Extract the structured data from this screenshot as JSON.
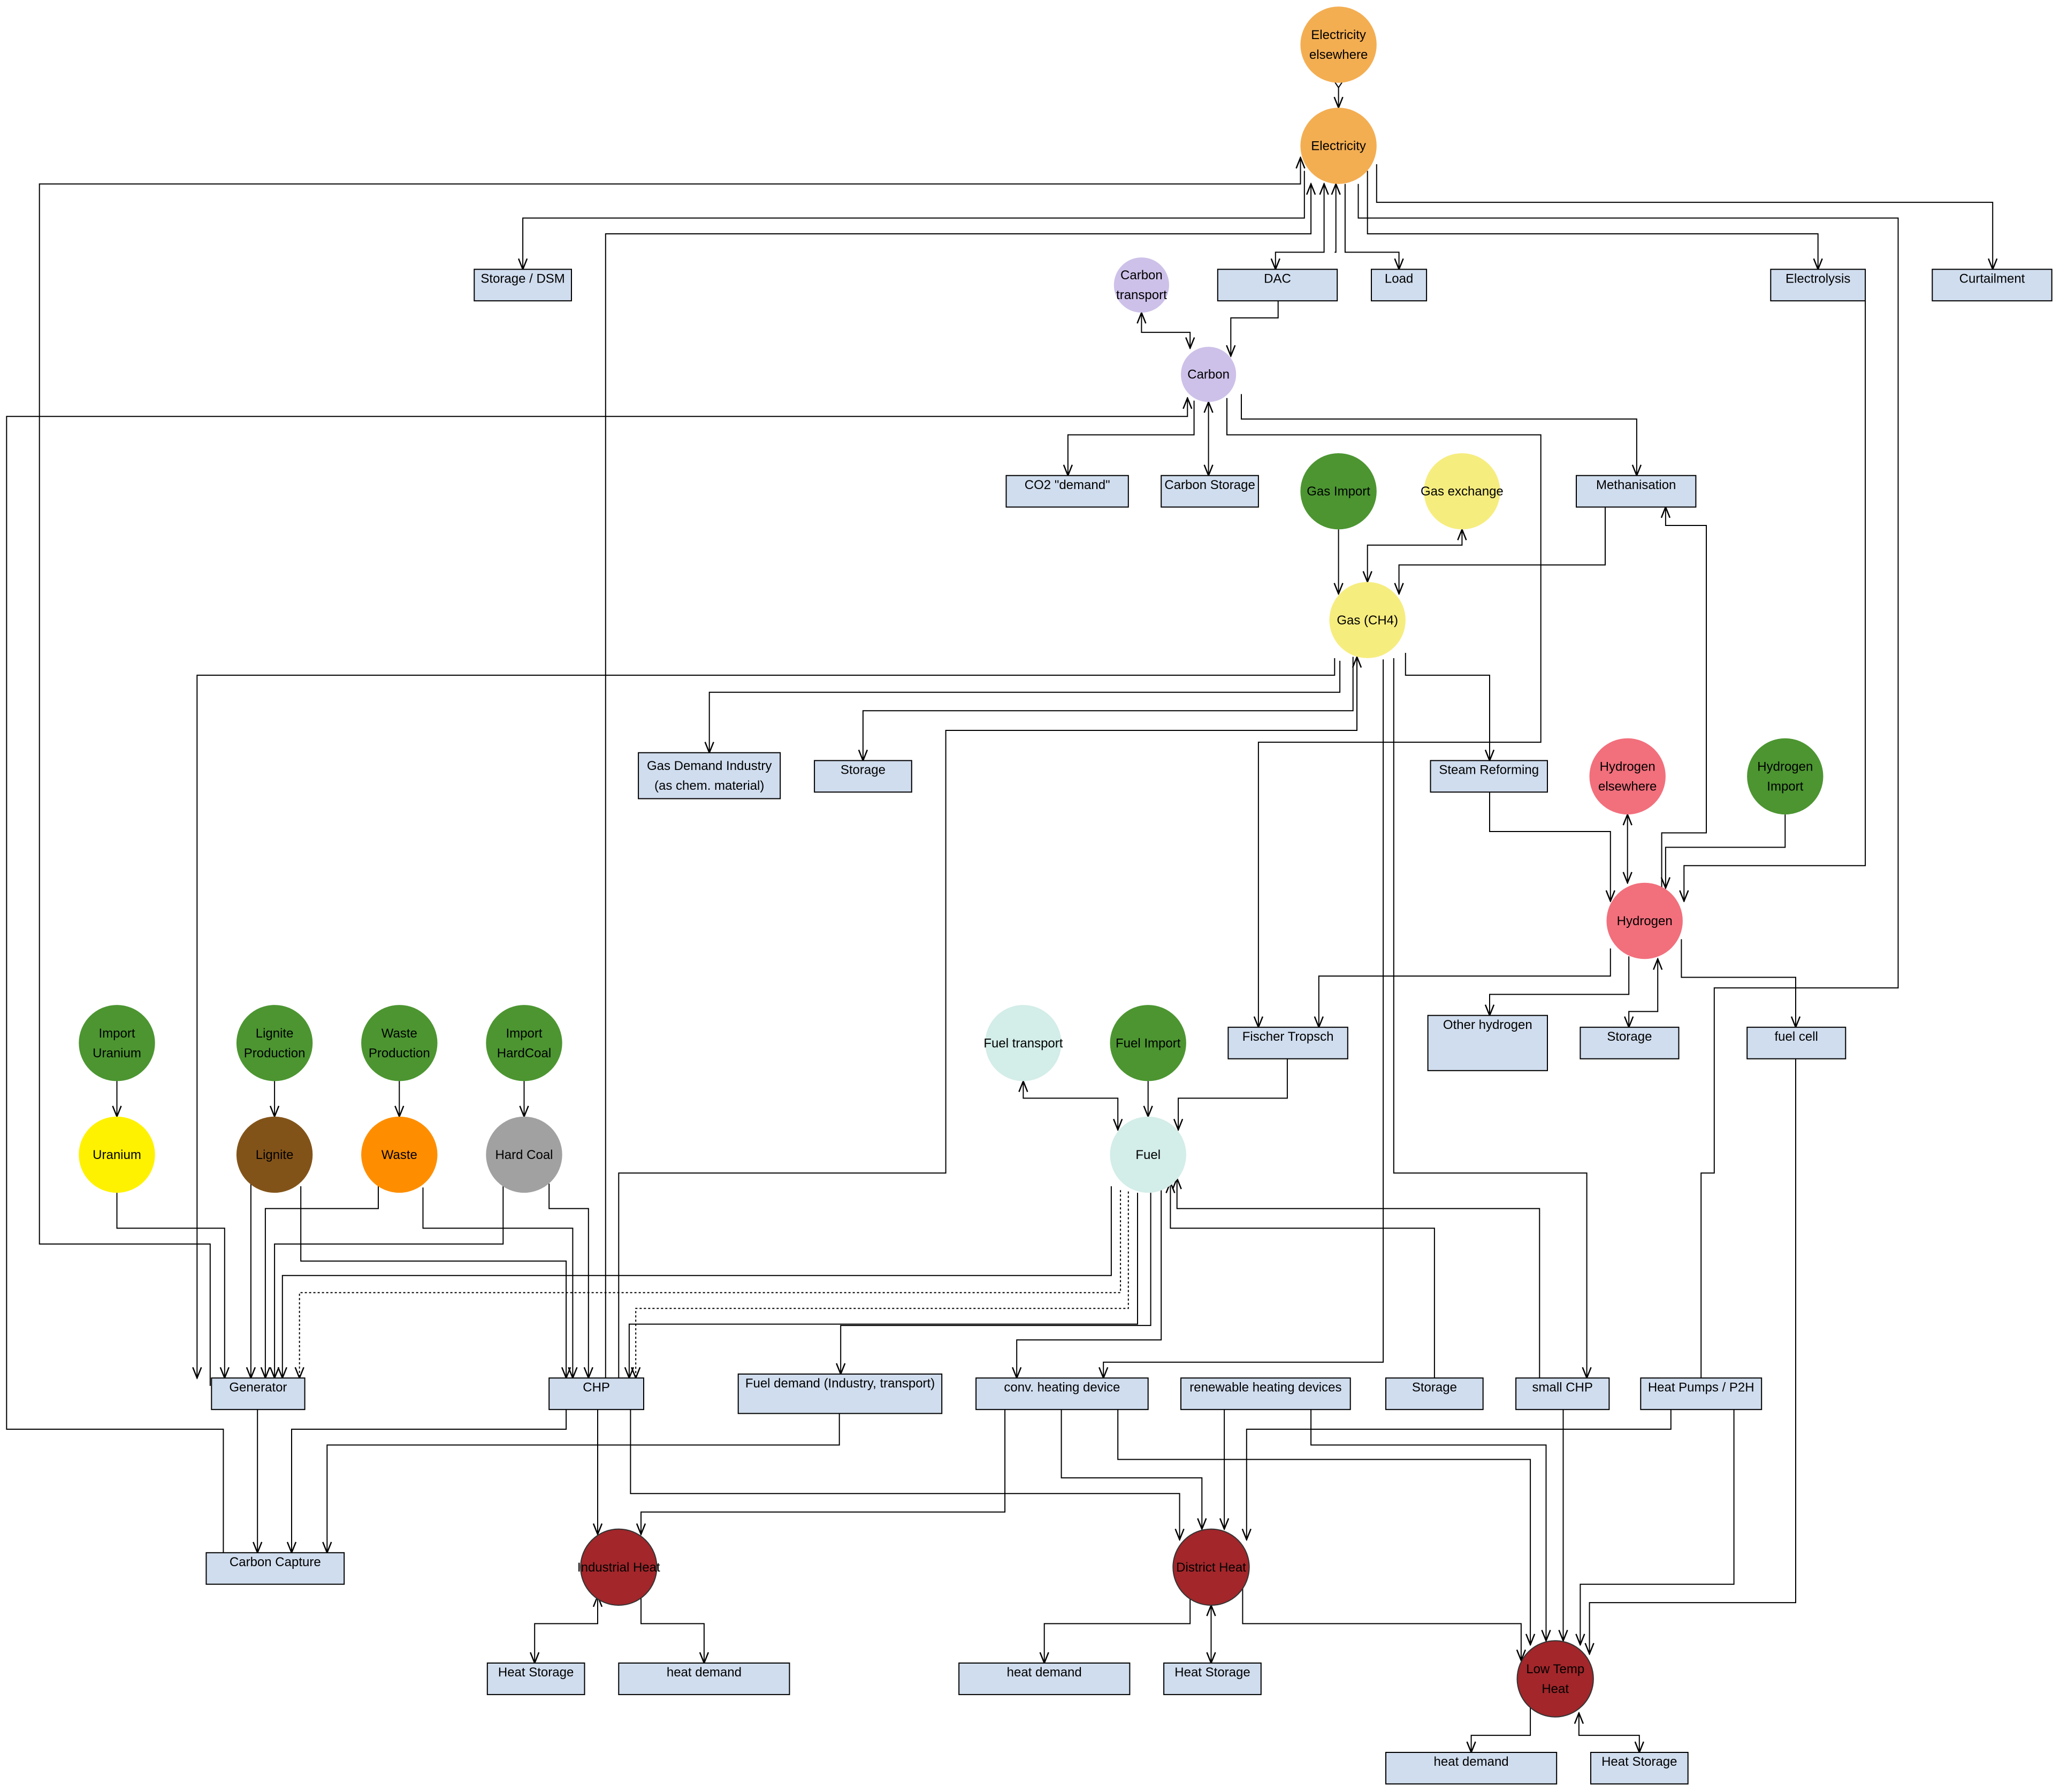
{
  "nodes": {
    "electricity_elsewhere": {
      "lines": [
        "Electricity",
        "elsewhere"
      ],
      "color": "#f3ae52"
    },
    "electricity": {
      "lines": [
        "Electricity"
      ],
      "color": "#f3ae52"
    },
    "storage_dsm": {
      "lines": [
        "Storage / DSM"
      ]
    },
    "dac": {
      "lines": [
        "DAC"
      ]
    },
    "load": {
      "lines": [
        "Load"
      ]
    },
    "electrolysis": {
      "lines": [
        "Electrolysis"
      ]
    },
    "curtailment": {
      "lines": [
        "Curtailment"
      ]
    },
    "carbon_transport": {
      "lines": [
        "Carbon",
        "transport"
      ],
      "color": "#cdc1e9"
    },
    "carbon": {
      "lines": [
        "Carbon"
      ],
      "color": "#cdc1e9"
    },
    "co2_demand": {
      "lines": [
        "CO2 \"demand\""
      ]
    },
    "carbon_storage": {
      "lines": [
        "Carbon Storage"
      ]
    },
    "methanisation": {
      "lines": [
        "Methanisation"
      ]
    },
    "gas_import": {
      "lines": [
        "Gas Import"
      ],
      "color": "#4c9531"
    },
    "gas_exchange": {
      "lines": [
        "Gas exchange"
      ],
      "color": "#f6ed7f"
    },
    "gas_ch4": {
      "lines": [
        "Gas (CH4)"
      ],
      "color": "#f6ed7f"
    },
    "gas_demand_industry": {
      "lines": [
        "Gas Demand Industry",
        "(as chem. material)"
      ]
    },
    "gas_storage": {
      "lines": [
        "Storage"
      ]
    },
    "steam_reforming": {
      "lines": [
        "Steam Reforming"
      ]
    },
    "hydrogen_elsewhere": {
      "lines": [
        "Hydrogen",
        "elsewhere"
      ],
      "color": "#f26f7c"
    },
    "hydrogen_import": {
      "lines": [
        "Hydrogen",
        "Import"
      ],
      "color": "#4c9531"
    },
    "hydrogen": {
      "lines": [
        "Hydrogen"
      ],
      "color": "#f26f7c"
    },
    "fischer_tropsch": {
      "lines": [
        "Fischer Tropsch"
      ]
    },
    "other_hydrogen": {
      "lines": [
        "Other hydrogen"
      ]
    },
    "hydrogen_storage": {
      "lines": [
        "Storage"
      ]
    },
    "fuel_cell": {
      "lines": [
        "fuel cell"
      ]
    },
    "import_uranium": {
      "lines": [
        "Import",
        "Uranium"
      ],
      "color": "#4c9531"
    },
    "lignite_production": {
      "lines": [
        "Lignite",
        "Production"
      ],
      "color": "#4c9531"
    },
    "waste_production": {
      "lines": [
        "Waste",
        "Production"
      ],
      "color": "#4c9531"
    },
    "import_hardcoal": {
      "lines": [
        "Import",
        "HardCoal"
      ],
      "color": "#4c9531"
    },
    "uranium": {
      "lines": [
        "Uranium"
      ],
      "color": "#fef200"
    },
    "lignite": {
      "lines": [
        "Lignite"
      ],
      "color": "#825319"
    },
    "waste": {
      "lines": [
        "Waste"
      ],
      "color": "#fe8e00"
    },
    "hard_coal": {
      "lines": [
        "Hard Coal"
      ],
      "color": "#a1a1a1"
    },
    "fuel_transport": {
      "lines": [
        "Fuel transport"
      ],
      "color": "#d3ede8"
    },
    "fuel_import": {
      "lines": [
        "Fuel Import"
      ],
      "color": "#4c9531"
    },
    "fuel": {
      "lines": [
        "Fuel"
      ],
      "color": "#d3ede8"
    },
    "generator": {
      "lines": [
        "Generator"
      ]
    },
    "chp": {
      "lines": [
        "CHP"
      ]
    },
    "fuel_demand": {
      "lines": [
        "Fuel demand (Industry, transport)"
      ]
    },
    "conv_heating": {
      "lines": [
        "conv. heating device"
      ]
    },
    "renewable_heating": {
      "lines": [
        "renewable heating devices"
      ]
    },
    "fuel_storage": {
      "lines": [
        "Storage"
      ]
    },
    "small_chp": {
      "lines": [
        "small CHP"
      ]
    },
    "heat_pumps": {
      "lines": [
        "Heat Pumps / P2H"
      ]
    },
    "carbon_capture": {
      "lines": [
        "Carbon Capture"
      ]
    },
    "industrial_heat": {
      "lines": [
        "Industrial Heat"
      ],
      "color": "#a2262a"
    },
    "district_heat": {
      "lines": [
        "District Heat"
      ],
      "color": "#a2262a"
    },
    "low_temp_heat": {
      "lines": [
        "Low Temp",
        "Heat"
      ],
      "color": "#a2262a"
    },
    "ih_heat_storage": {
      "lines": [
        "Heat Storage"
      ]
    },
    "ih_heat_demand": {
      "lines": [
        "heat demand"
      ]
    },
    "dh_heat_demand": {
      "lines": [
        "heat demand"
      ]
    },
    "dh_heat_storage": {
      "lines": [
        "Heat Storage"
      ]
    },
    "lt_heat_demand": {
      "lines": [
        "heat demand"
      ]
    },
    "lt_heat_storage": {
      "lines": [
        "Heat Storage"
      ]
    }
  },
  "colors": {
    "box_fill": "#d0ddee",
    "edge": "#000000"
  }
}
